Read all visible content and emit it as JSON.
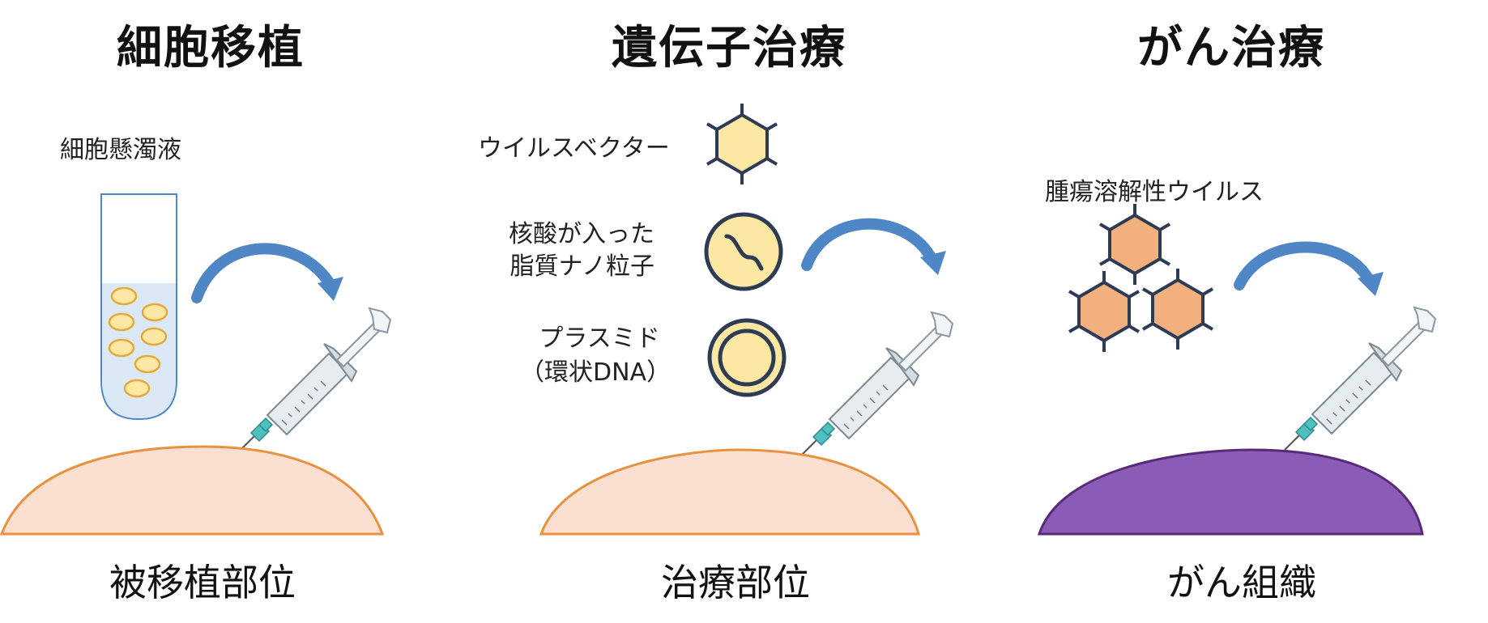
{
  "panels": [
    {
      "title": "細胞移植",
      "agent_label": "細胞懸濁液",
      "site_label": "被移植部位",
      "site_color": "#fbe0d1",
      "site_border": "#e8913e"
    },
    {
      "title": "遺伝子治療",
      "vectors": [
        {
          "label_lines": [
            "ウイルスベクター"
          ]
        },
        {
          "label_lines": [
            "核酸が入った",
            "脂質ナノ粒子"
          ]
        },
        {
          "label_lines": [
            "プラスミド",
            "（環状DNA）"
          ]
        }
      ],
      "site_label": "治療部位",
      "site_color": "#fbe0d1",
      "site_border": "#e8913e"
    },
    {
      "title": "がん治療",
      "agent_label": "腫瘍溶解性ウイルス",
      "site_label": "がん組織",
      "site_color": "#8b5cb5",
      "site_border": "#5a2a7a"
    }
  ],
  "colors": {
    "cell_fill": "#fde8a3",
    "cell_border": "#e6a93a",
    "tube_fill": "#dbe8f5",
    "hex_yellow": "#fde8a3",
    "hex_orange": "#f3b07f",
    "hex_border": "#2d3b55",
    "arrow": "#4f86c6",
    "needle": "#4fbfbf"
  },
  "icons": [
    "arrow-curve-icon",
    "syringe-icon",
    "hexagon-virus-icon",
    "lipid-nanoparticle-icon",
    "plasmid-icon",
    "test-tube-icon"
  ]
}
